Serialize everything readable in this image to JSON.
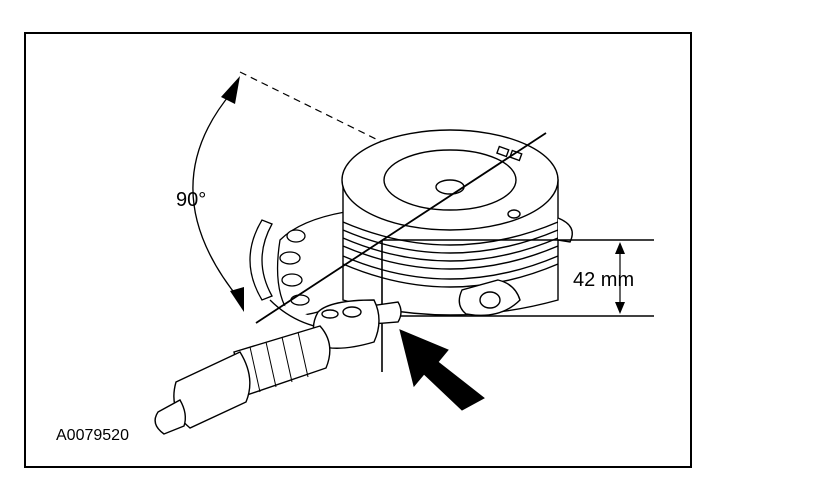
{
  "figure": {
    "angle_label": "90°",
    "dimension_label": "42 mm",
    "figure_id": "A0079520",
    "colors": {
      "ink": "#000000",
      "paper": "#ffffff"
    }
  }
}
